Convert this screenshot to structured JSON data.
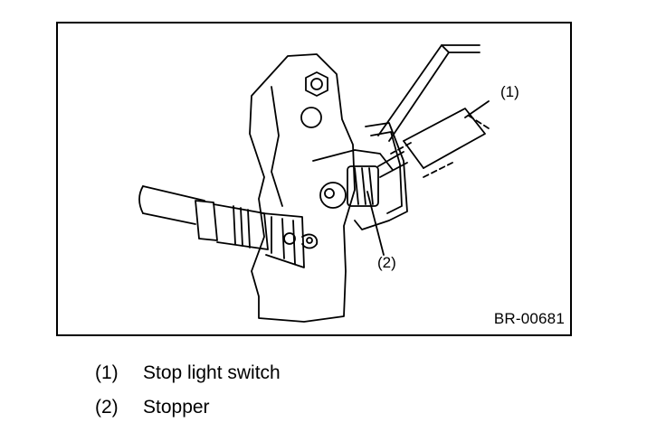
{
  "figure": {
    "code": "BR-00681",
    "callouts": [
      {
        "label": "(1)"
      },
      {
        "label": "(2)"
      }
    ]
  },
  "legend": [
    {
      "number": "(1)",
      "text": "Stop light switch"
    },
    {
      "number": "(2)",
      "text": "Stopper"
    }
  ]
}
